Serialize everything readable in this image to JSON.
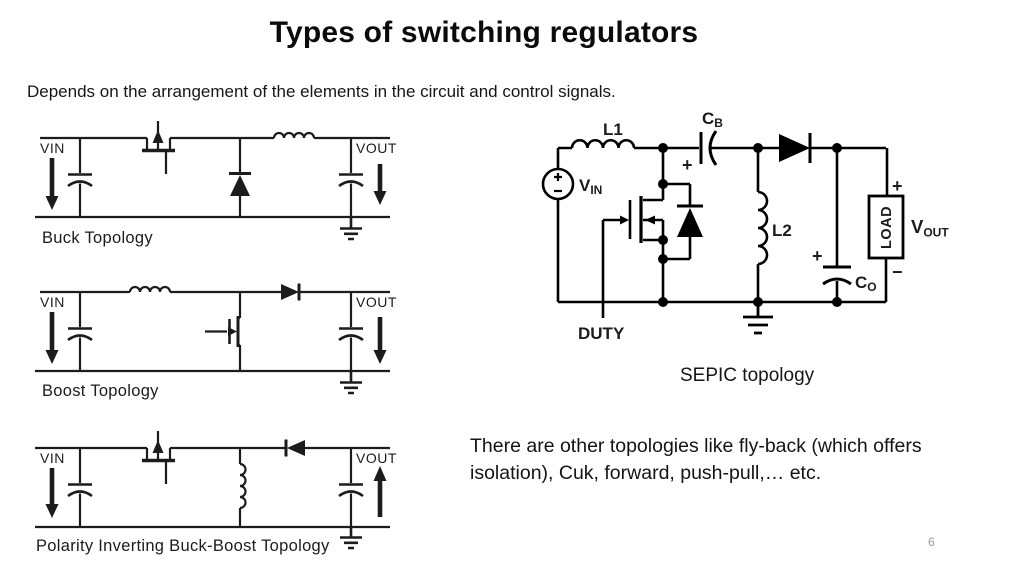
{
  "slide": {
    "title": "Types of switching regulators",
    "subtitle": "Depends on the arrangement of the elements in the circuit and control signals.",
    "sepic_caption": "SEPIC topology",
    "note_line1": "There are other topologies like fly-back (which offers",
    "note_line2": "isolation), Cuk, forward, push-pull,… etc.",
    "page_number": "6"
  },
  "colors": {
    "background": "#ffffff",
    "ink": "#111111",
    "page_number": "#9a9a9a"
  },
  "circuits": {
    "buck": {
      "vin": "VIN",
      "vout": "VOUT",
      "label": "Buck Topology"
    },
    "boost": {
      "vin": "VIN",
      "vout": "VOUT",
      "label": "Boost Topology"
    },
    "buck_boost": {
      "vin": "VIN",
      "vout": "VOUT",
      "label": "Polarity Inverting Buck-Boost Topology"
    },
    "sepic": {
      "l1": "L1",
      "cb": "C",
      "cb_sub": "B",
      "cb_plus": "+",
      "vin": "V",
      "vin_sub": "IN",
      "duty": "DUTY",
      "l2": "L2",
      "co": "C",
      "co_sub": "O",
      "co_plus": "+",
      "load": "LOAD",
      "load_plus": "+",
      "load_minus": "−",
      "vout": "V",
      "vout_sub": "OUT"
    }
  }
}
